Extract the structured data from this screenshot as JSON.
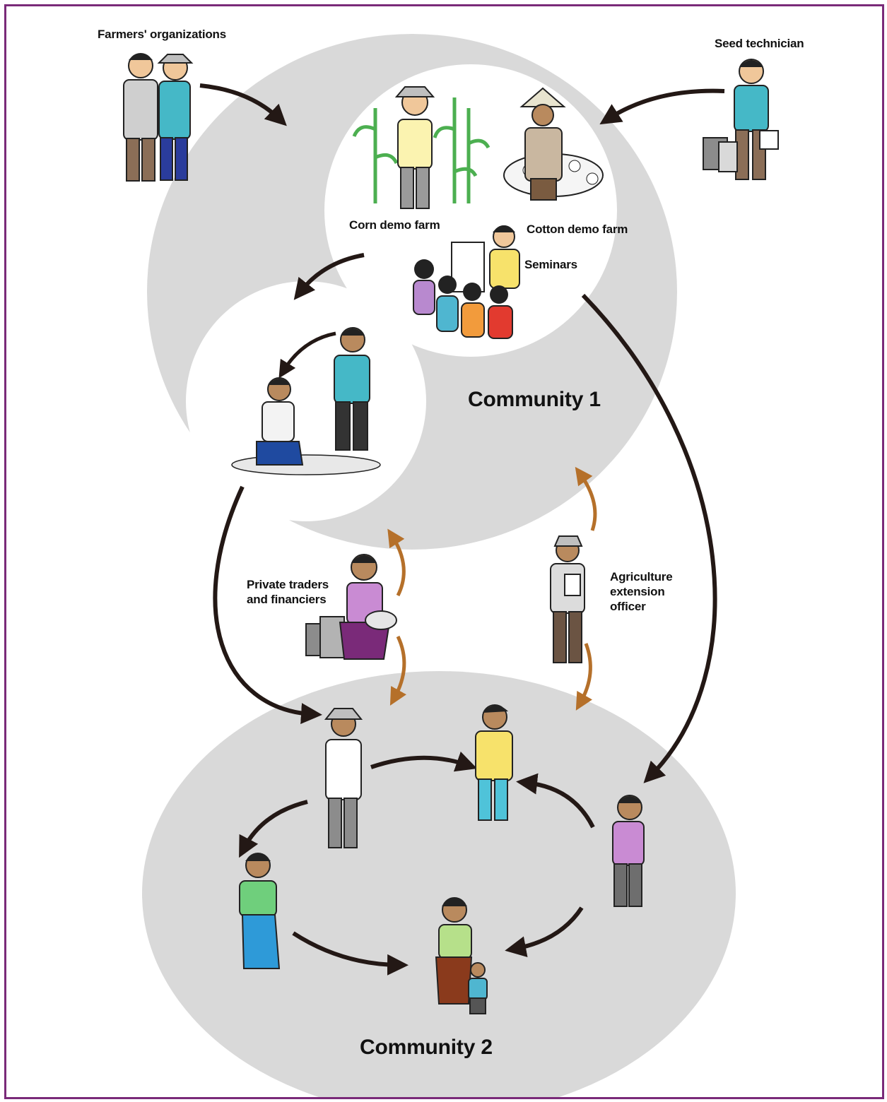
{
  "labels": {
    "farmers_organizations": "Farmers' organizations",
    "seed_technician": "Seed technician",
    "corn_demo_farm": "Corn demo farm",
    "cotton_demo_farm": "Cotton demo farm",
    "seminars": "Seminars",
    "community_1": "Community 1",
    "community_2": "Community 2",
    "private_traders": "Private traders\nand financiers",
    "agriculture_extension_officer": "Agriculture\nextension\nofficer"
  },
  "colors": {
    "frame_border": "#7a2a79",
    "community_fill": "#d9d9d9",
    "inner_circle_fill": "#ffffff",
    "main_arrow": "#231815",
    "two_way_arrow": "#b5702a"
  },
  "icons": [
    "farmers-organizations-icon",
    "seed-technician-icon",
    "corn-farmer-icon",
    "cotton-farmer-icon",
    "seminar-group-icon",
    "farmer-conversation-icon",
    "private-trader-icon",
    "extension-officer-icon",
    "community-2-farmer-icon"
  ]
}
